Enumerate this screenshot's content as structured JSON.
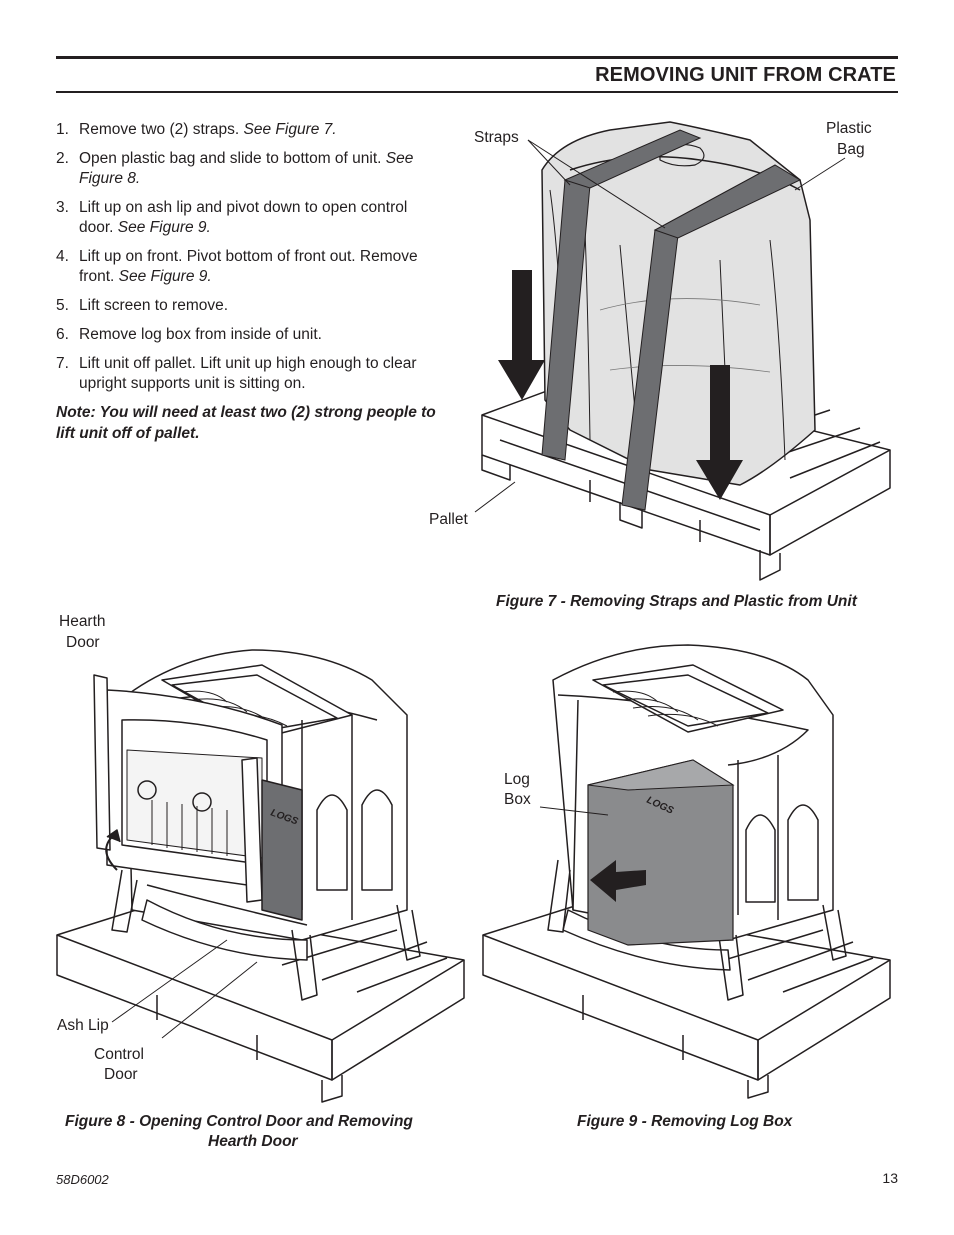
{
  "header": {
    "title": "REMOVING UNIT FROM CRATE"
  },
  "steps": [
    {
      "num": "1.",
      "text": "Remove two (2) straps. ",
      "ref": "See Figure 7."
    },
    {
      "num": "2.",
      "text": "Open plastic bag and slide to bottom of unit. ",
      "ref": "See Figure 8."
    },
    {
      "num": "3.",
      "text": "Lift up on ash lip and pivot down to open control door. ",
      "ref": "See Figure 9."
    },
    {
      "num": "4.",
      "text": "Lift up on front. Pivot bottom of front out. Remove front. ",
      "ref": "See Figure 9."
    },
    {
      "num": "5.",
      "text": "Lift screen to remove.",
      "ref": ""
    },
    {
      "num": "6.",
      "text": "Remove log box from inside of unit.",
      "ref": ""
    },
    {
      "num": "7.",
      "text": "Lift unit off pallet. Lift unit up high enough to clear upright supports unit is sitting on.",
      "ref": ""
    }
  ],
  "note": "Note: You will need at least two (2) strong people to lift unit off of pallet.",
  "figure7": {
    "caption": "Figure 7 - Removing Straps and Plastic from Unit",
    "label_straps": "Straps",
    "label_plastic": "Plastic",
    "label_bag": "Bag",
    "label_pallet": "Pallet"
  },
  "figure8": {
    "caption_line1": "Figure 8 - Opening Control Door and Removing",
    "caption_line2": "Hearth Door",
    "label_hearth": "Hearth",
    "label_door": "Door",
    "label_ash_lip": "Ash Lip",
    "label_control": "Control",
    "label_control_door": "Door",
    "box_text": "LOGS"
  },
  "figure9": {
    "caption": "Figure 9 - Removing Log Box",
    "label_log": "Log",
    "label_box": "Box",
    "box_text": "LOGS"
  },
  "footer": {
    "code": "58D6002",
    "page": "13"
  }
}
